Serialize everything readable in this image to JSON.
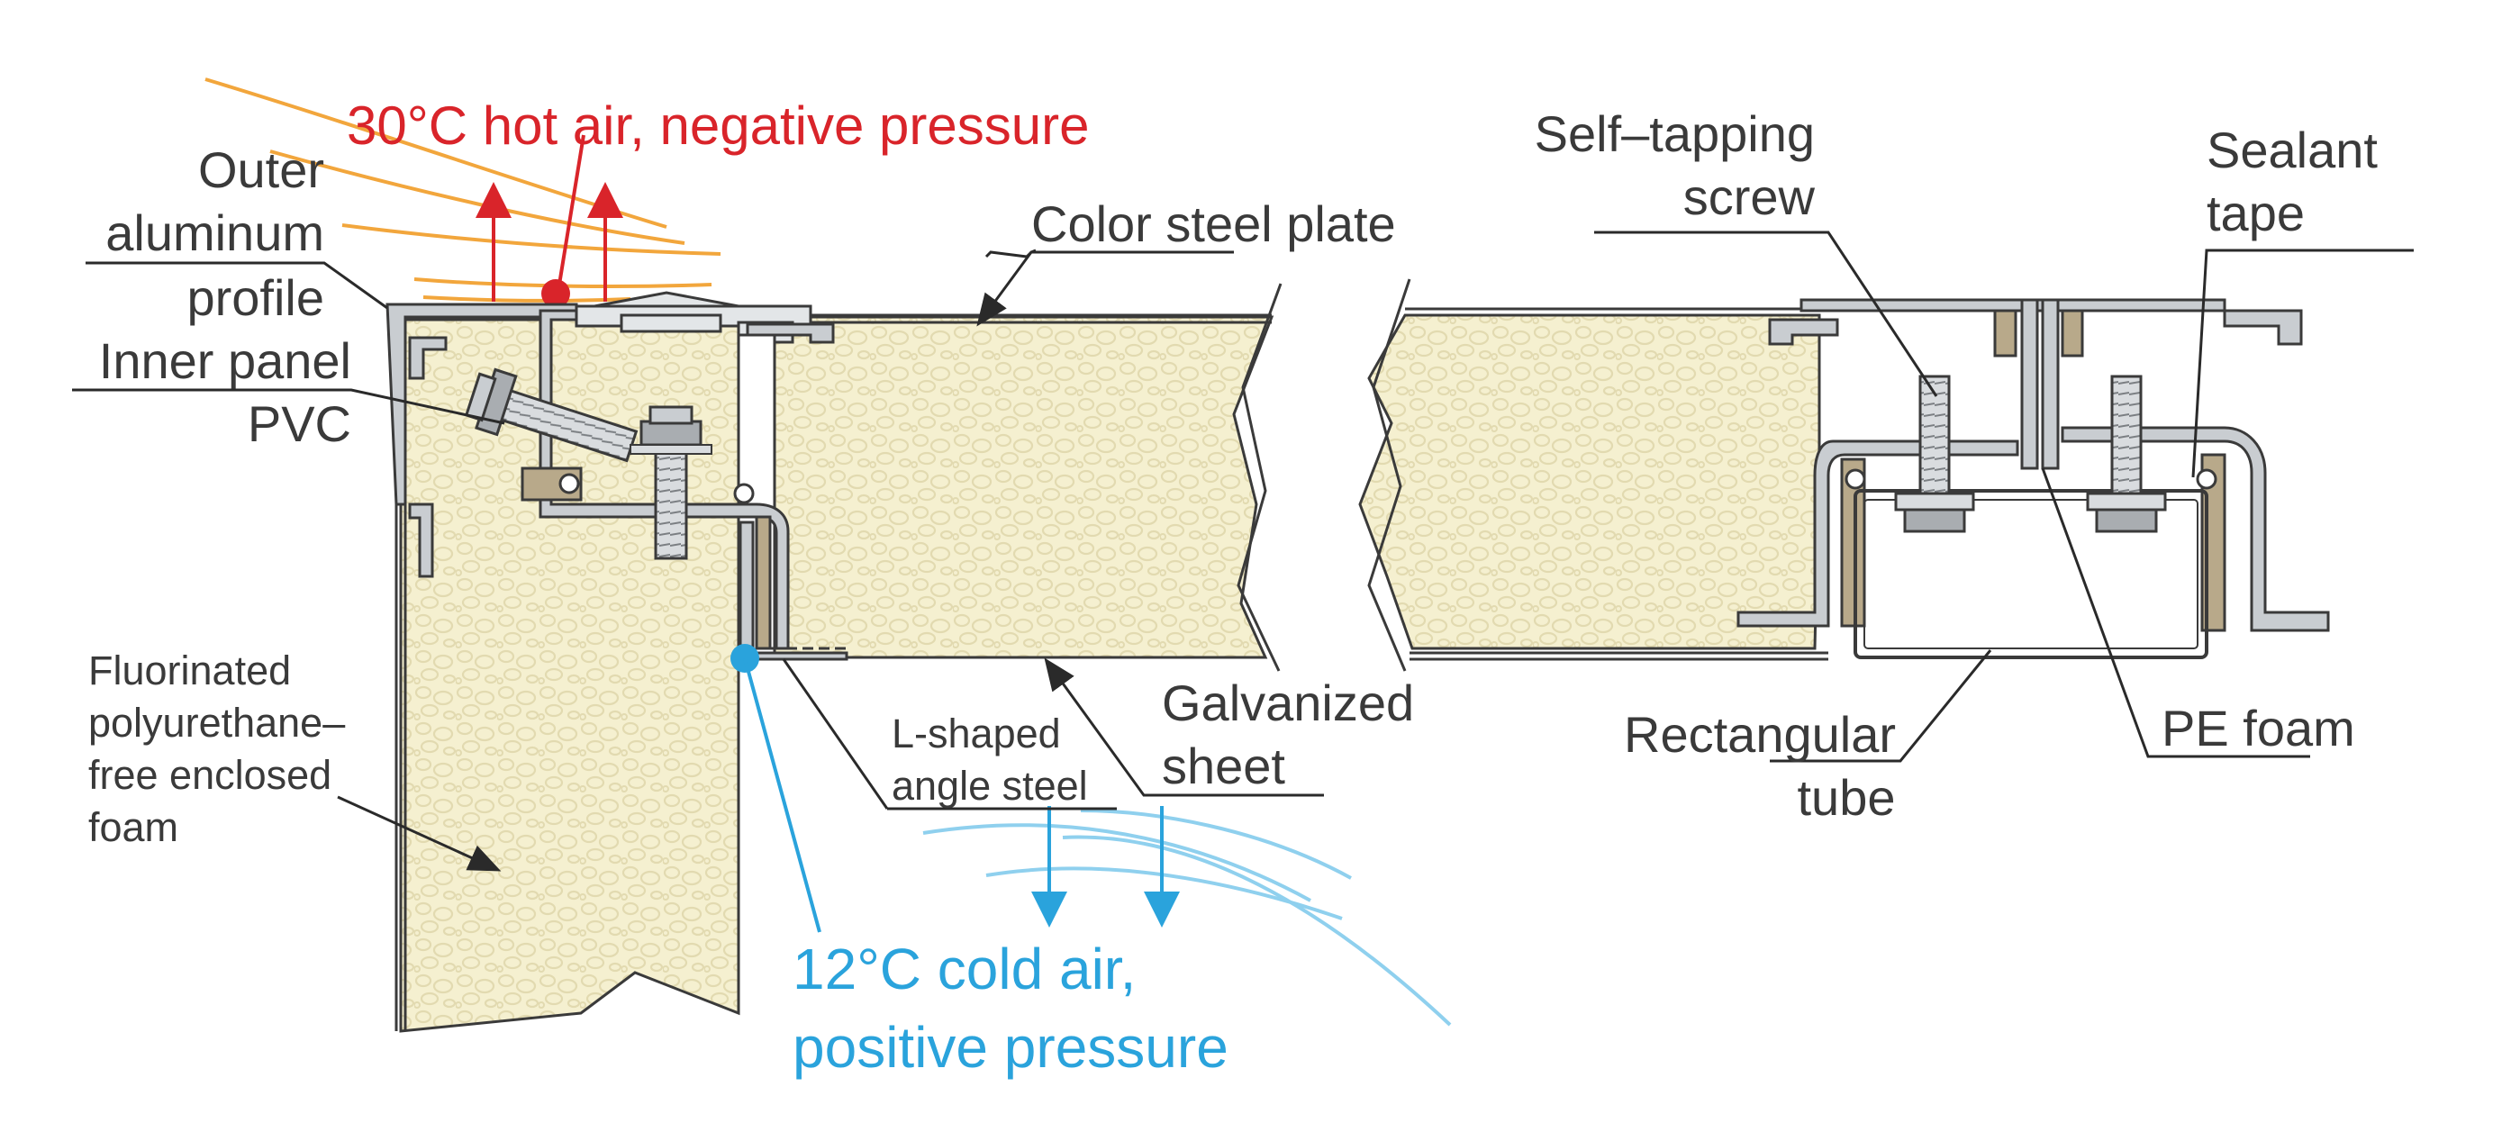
{
  "labels": {
    "hot_air": "30°C hot air, negative pressure",
    "outer_profile": [
      "Outer",
      "aluminum",
      "profile"
    ],
    "inner_panel": [
      "Inner panel",
      "PVC"
    ],
    "color_steel": "Color steel plate",
    "screw": [
      "Self–tapping",
      "screw"
    ],
    "sealant": [
      "Sealant",
      "tape"
    ],
    "foam": [
      "Fluorinated",
      "polyurethane–",
      "free  enclosed",
      "foam"
    ],
    "angle_steel": [
      "L-shaped",
      "angle steel"
    ],
    "galvanized": [
      "Galvanized",
      "sheet"
    ],
    "rect_tube": [
      "Rectangular",
      "tube"
    ],
    "pe_foam": "PE foam",
    "cold_air": [
      "12°C cold air,",
      "positive pressure"
    ]
  },
  "colors": {
    "foam_fill": "#f5f0d0",
    "foam_bubble": "#e6dfb8",
    "hot": "#d9242a",
    "hot_stream": "#f2a63c",
    "cold": "#2aa3dc",
    "cold_stream": "#8fd0ee",
    "outline": "#3a3a3a",
    "metal": "#c9cdd1",
    "sealant": "#b8a98a"
  }
}
